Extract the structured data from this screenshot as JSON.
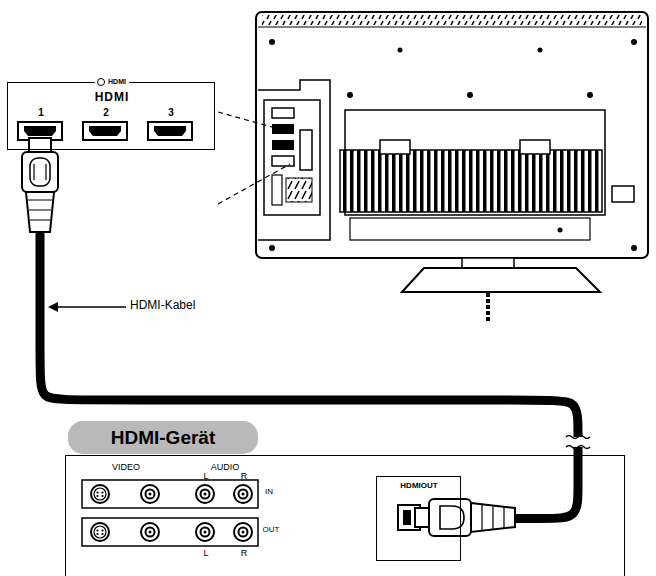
{
  "diagram": {
    "nodes": [
      {
        "text": [
          "HDMI",
          "HDMI",
          "1",
          "2",
          "3"
        ]
      },
      {
        "text": [
          "HDMI-Gerät"
        ]
      },
      {
        "text": [
          "VIDEO",
          "AUDIO",
          "L",
          "R",
          "IN",
          "L",
          "R",
          "OUT"
        ]
      },
      {
        "text": [
          "HDMIOUT"
        ],
        "in": 2
      }
    ],
    "edges": [
      {
        "from": 0,
        "to": 3,
        "arrow": "none"
      }
    ],
    "labels": [
      "HDMI-Kabel"
    ]
  }
}
